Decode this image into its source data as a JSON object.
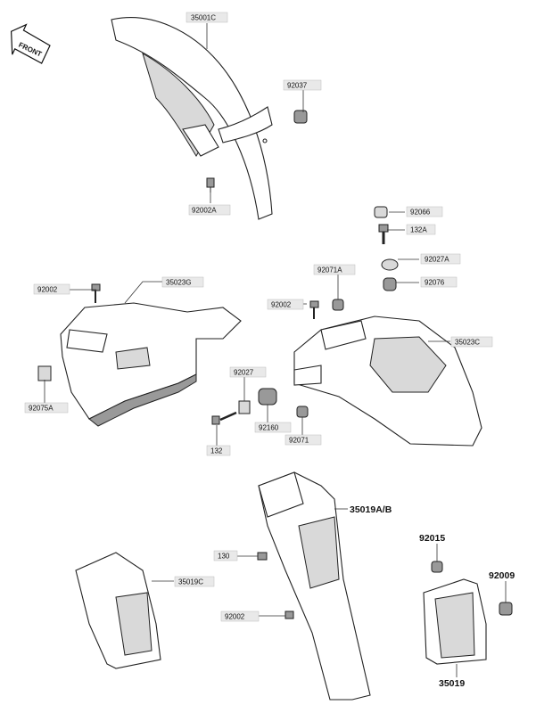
{
  "front_badge": "FRONT",
  "parts": {
    "p35001C": "35001C",
    "p92037": "92037",
    "p92002A": "92002A",
    "p92066": "92066",
    "p132A": "132A",
    "p92027A": "92027A",
    "p92076": "92076",
    "p92071A": "92071A",
    "p92002_left": "92002",
    "p35023G": "35023G",
    "p92002_mid": "92002",
    "p35023C": "35023C",
    "p92075A": "92075A",
    "p92027": "92027",
    "p92160": "92160",
    "p92071": "92071",
    "p132": "132",
    "p35019AB": "35019A/B",
    "p130": "130",
    "p35019C": "35019C",
    "p92002_low": "92002",
    "p92015": "92015",
    "p92009": "92009",
    "p35019": "35019"
  }
}
